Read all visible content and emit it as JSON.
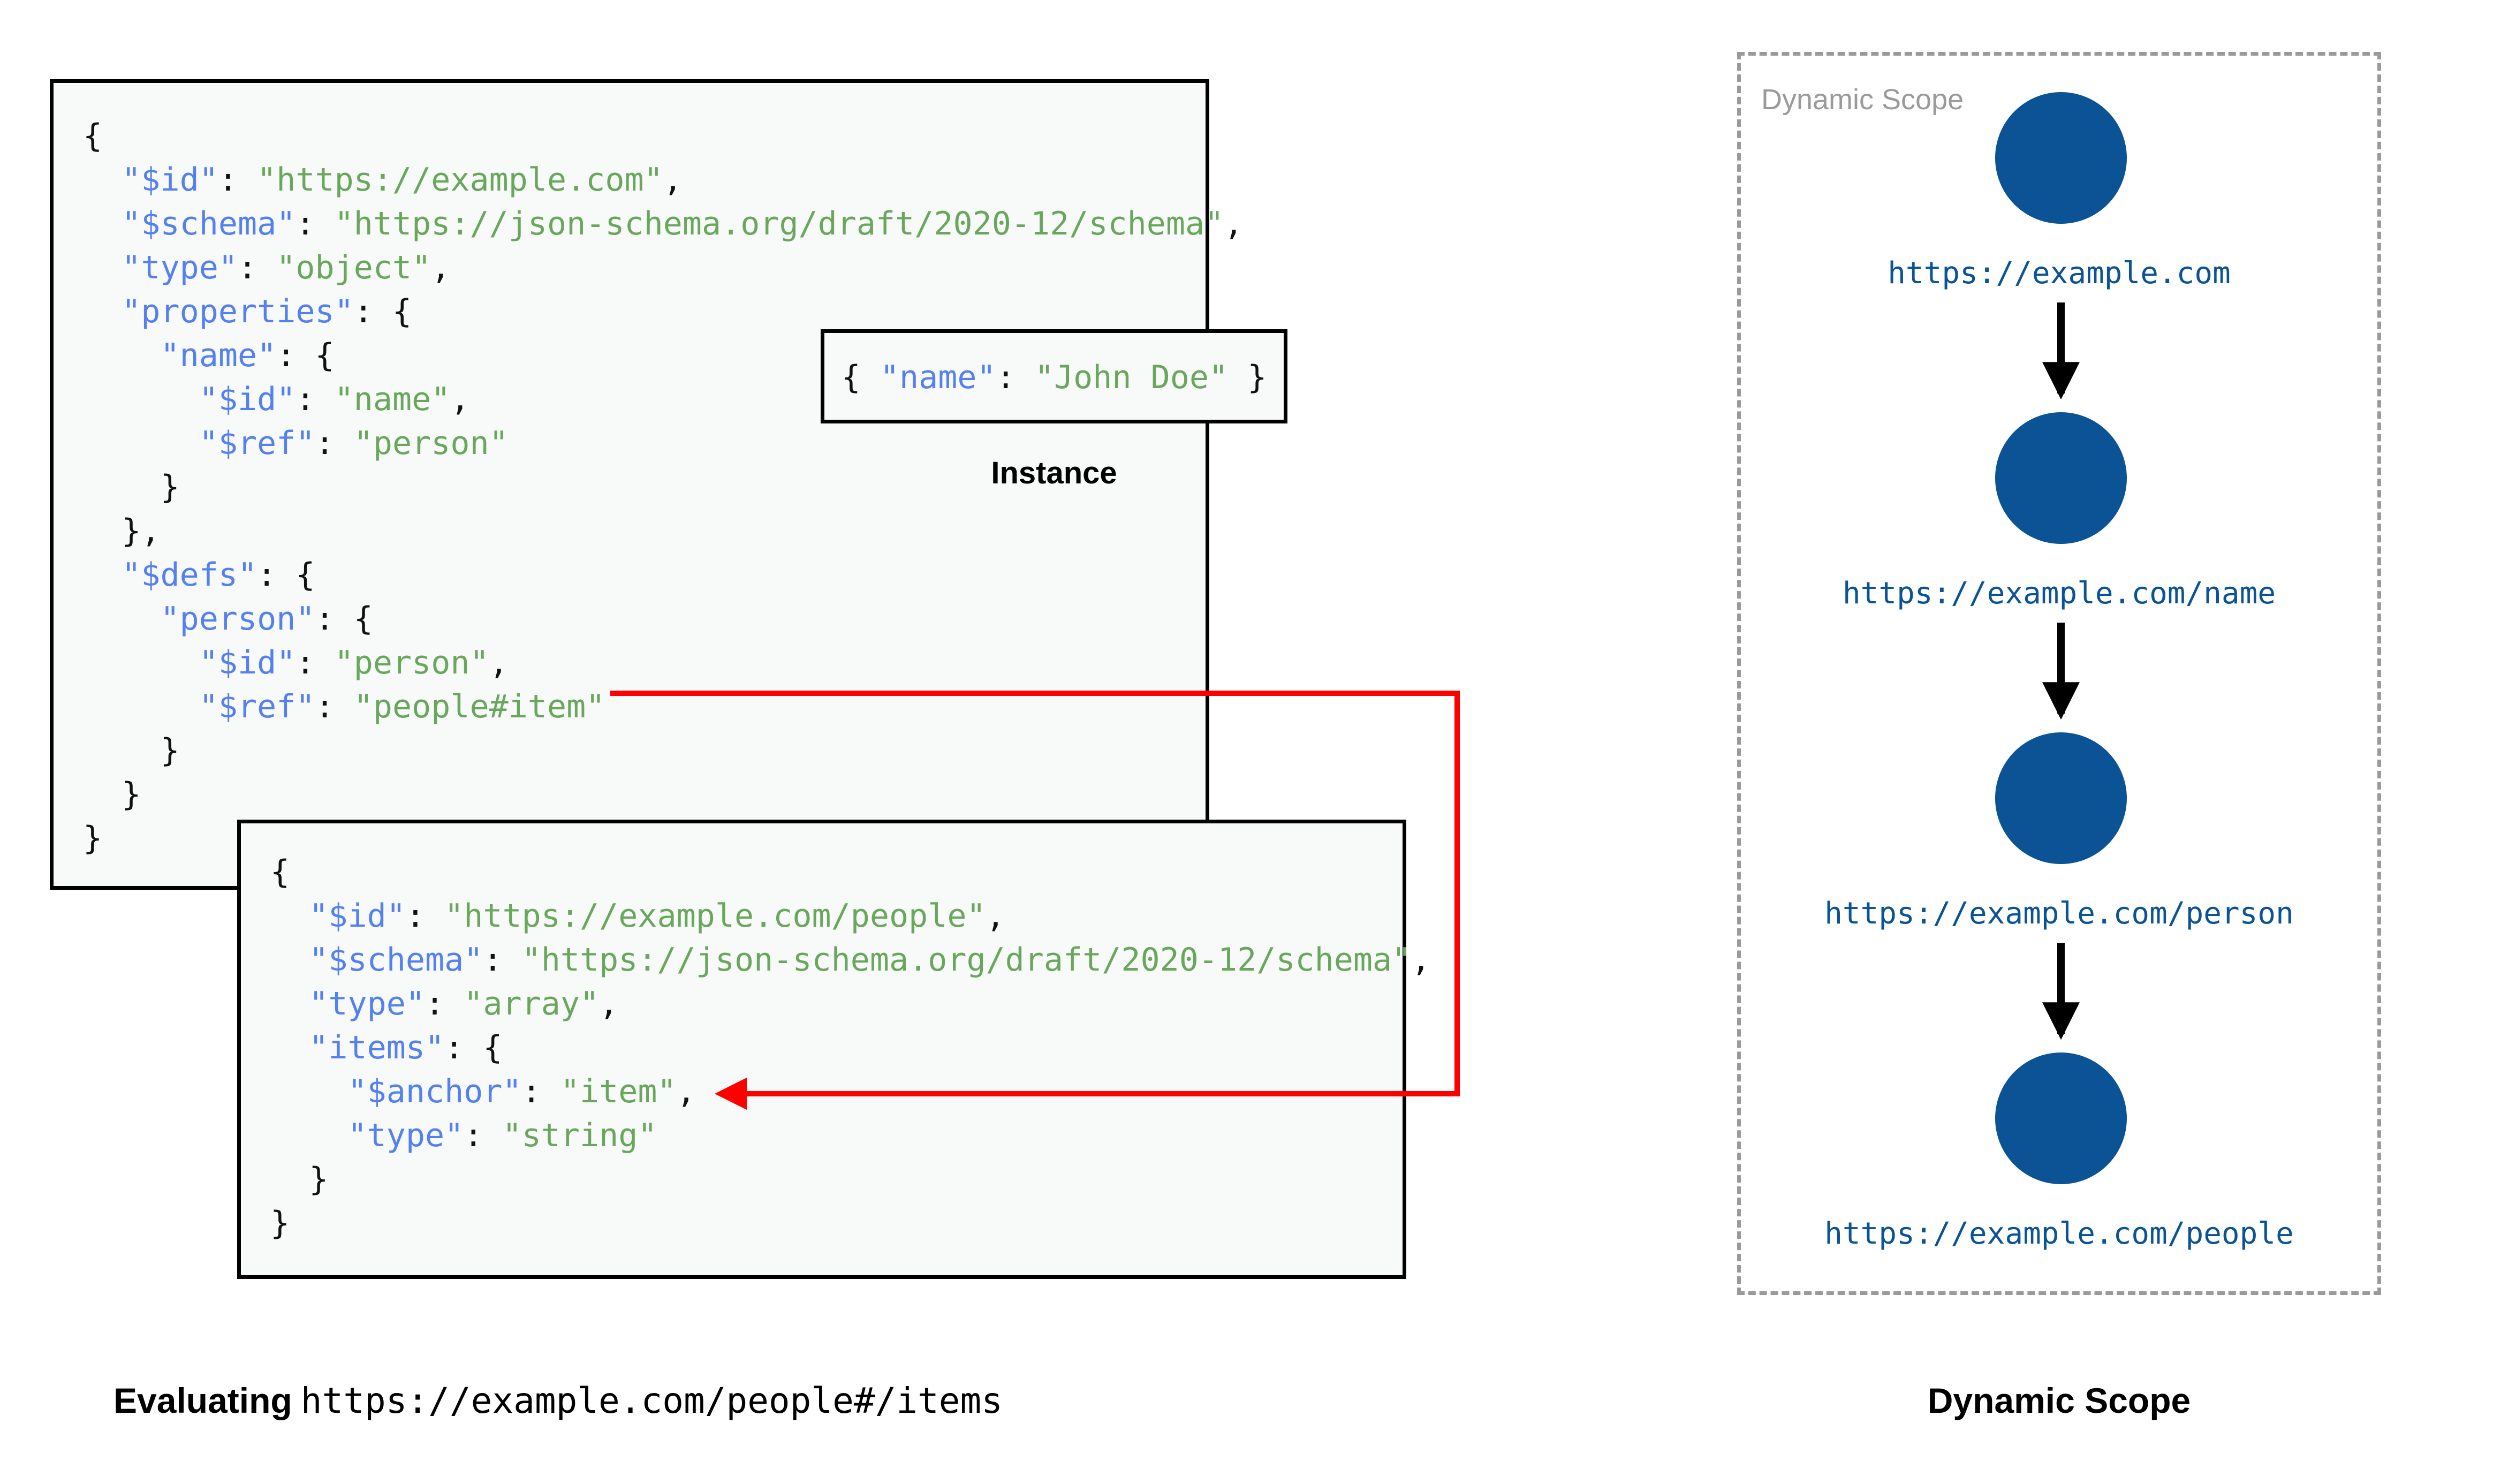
{
  "diagram": {
    "colors": {
      "json_key": "#5580f0",
      "json_value": "#69a85c",
      "punctuation": "#111111",
      "box_border": "#000000",
      "box_fill": "#f8f9f9",
      "ref_arrow": "#ff0000",
      "scope_node": "#0b5394",
      "scope_label": "#0b5394",
      "scope_border": "#9a9a9a"
    }
  },
  "schema_root": {
    "lines": [
      {
        "indent": 0,
        "tokens": [
          {
            "t": "p",
            "s": "{"
          }
        ]
      },
      {
        "indent": 1,
        "tokens": [
          {
            "t": "k",
            "s": "\"$id\""
          },
          {
            "t": "p",
            "s": ": "
          },
          {
            "t": "v",
            "s": "\"https://example.com\""
          },
          {
            "t": "p",
            "s": ","
          }
        ]
      },
      {
        "indent": 1,
        "tokens": [
          {
            "t": "k",
            "s": "\"$schema\""
          },
          {
            "t": "p",
            "s": ": "
          },
          {
            "t": "v",
            "s": "\"https://json-schema.org/draft/2020-12/schema\""
          },
          {
            "t": "p",
            "s": ","
          }
        ]
      },
      {
        "indent": 1,
        "tokens": [
          {
            "t": "k",
            "s": "\"type\""
          },
          {
            "t": "p",
            "s": ": "
          },
          {
            "t": "v",
            "s": "\"object\""
          },
          {
            "t": "p",
            "s": ","
          }
        ]
      },
      {
        "indent": 1,
        "tokens": [
          {
            "t": "k",
            "s": "\"properties\""
          },
          {
            "t": "p",
            "s": ": {"
          }
        ]
      },
      {
        "indent": 2,
        "tokens": [
          {
            "t": "k",
            "s": "\"name\""
          },
          {
            "t": "p",
            "s": ": {"
          }
        ]
      },
      {
        "indent": 3,
        "tokens": [
          {
            "t": "k",
            "s": "\"$id\""
          },
          {
            "t": "p",
            "s": ": "
          },
          {
            "t": "v",
            "s": "\"name\""
          },
          {
            "t": "p",
            "s": ","
          }
        ]
      },
      {
        "indent": 3,
        "tokens": [
          {
            "t": "k",
            "s": "\"$ref\""
          },
          {
            "t": "p",
            "s": ": "
          },
          {
            "t": "v",
            "s": "\"person\""
          }
        ]
      },
      {
        "indent": 2,
        "tokens": [
          {
            "t": "p",
            "s": "}"
          }
        ]
      },
      {
        "indent": 1,
        "tokens": [
          {
            "t": "p",
            "s": "},"
          }
        ]
      },
      {
        "indent": 1,
        "tokens": [
          {
            "t": "k",
            "s": "\"$defs\""
          },
          {
            "t": "p",
            "s": ": {"
          }
        ]
      },
      {
        "indent": 2,
        "tokens": [
          {
            "t": "k",
            "s": "\"person\""
          },
          {
            "t": "p",
            "s": ": {"
          }
        ]
      },
      {
        "indent": 3,
        "tokens": [
          {
            "t": "k",
            "s": "\"$id\""
          },
          {
            "t": "p",
            "s": ": "
          },
          {
            "t": "v",
            "s": "\"person\""
          },
          {
            "t": "p",
            "s": ","
          }
        ]
      },
      {
        "indent": 3,
        "tokens": [
          {
            "t": "k",
            "s": "\"$ref\""
          },
          {
            "t": "p",
            "s": ": "
          },
          {
            "t": "v",
            "s": "\"people#item\""
          }
        ]
      },
      {
        "indent": 2,
        "tokens": [
          {
            "t": "p",
            "s": "}"
          }
        ]
      },
      {
        "indent": 1,
        "tokens": [
          {
            "t": "p",
            "s": "}"
          }
        ]
      },
      {
        "indent": 0,
        "tokens": [
          {
            "t": "p",
            "s": "}"
          }
        ]
      }
    ]
  },
  "people_schema": {
    "lines": [
      {
        "indent": 0,
        "tokens": [
          {
            "t": "p",
            "s": "{"
          }
        ]
      },
      {
        "indent": 1,
        "tokens": [
          {
            "t": "k",
            "s": "\"$id\""
          },
          {
            "t": "p",
            "s": ": "
          },
          {
            "t": "v",
            "s": "\"https://example.com/people\""
          },
          {
            "t": "p",
            "s": ","
          }
        ]
      },
      {
        "indent": 1,
        "tokens": [
          {
            "t": "k",
            "s": "\"$schema\""
          },
          {
            "t": "p",
            "s": ": "
          },
          {
            "t": "v",
            "s": "\"https://json-schema.org/draft/2020-12/schema\""
          },
          {
            "t": "p",
            "s": ","
          }
        ]
      },
      {
        "indent": 1,
        "tokens": [
          {
            "t": "k",
            "s": "\"type\""
          },
          {
            "t": "p",
            "s": ": "
          },
          {
            "t": "v",
            "s": "\"array\""
          },
          {
            "t": "p",
            "s": ","
          }
        ]
      },
      {
        "indent": 1,
        "tokens": [
          {
            "t": "k",
            "s": "\"items\""
          },
          {
            "t": "p",
            "s": ": {"
          }
        ]
      },
      {
        "indent": 2,
        "tokens": [
          {
            "t": "k",
            "s": "\"$anchor\""
          },
          {
            "t": "p",
            "s": ": "
          },
          {
            "t": "v",
            "s": "\"item\""
          },
          {
            "t": "p",
            "s": ","
          }
        ]
      },
      {
        "indent": 2,
        "tokens": [
          {
            "t": "k",
            "s": "\"type\""
          },
          {
            "t": "p",
            "s": ": "
          },
          {
            "t": "v",
            "s": "\"string\""
          }
        ]
      },
      {
        "indent": 1,
        "tokens": [
          {
            "t": "p",
            "s": "}"
          }
        ]
      },
      {
        "indent": 0,
        "tokens": [
          {
            "t": "p",
            "s": "}"
          }
        ]
      }
    ]
  },
  "instance": {
    "label": "Instance",
    "lines": [
      {
        "indent": 0,
        "tokens": [
          {
            "t": "p",
            "s": "{ "
          },
          {
            "t": "k",
            "s": "\"name\""
          },
          {
            "t": "p",
            "s": ": "
          },
          {
            "t": "v",
            "s": "\"John Doe\""
          },
          {
            "t": "p",
            "s": " }"
          }
        ]
      }
    ]
  },
  "dynamic_scope": {
    "inner_label": "Dynamic Scope",
    "caption": "Dynamic Scope",
    "nodes": [
      {
        "label": "https://example.com"
      },
      {
        "label": "https://example.com/name"
      },
      {
        "label": "https://example.com/person"
      },
      {
        "label": "https://example.com/people"
      }
    ]
  },
  "evaluating_caption": {
    "bold": "Evaluating",
    "mono": "https://example.com/people#/items"
  }
}
